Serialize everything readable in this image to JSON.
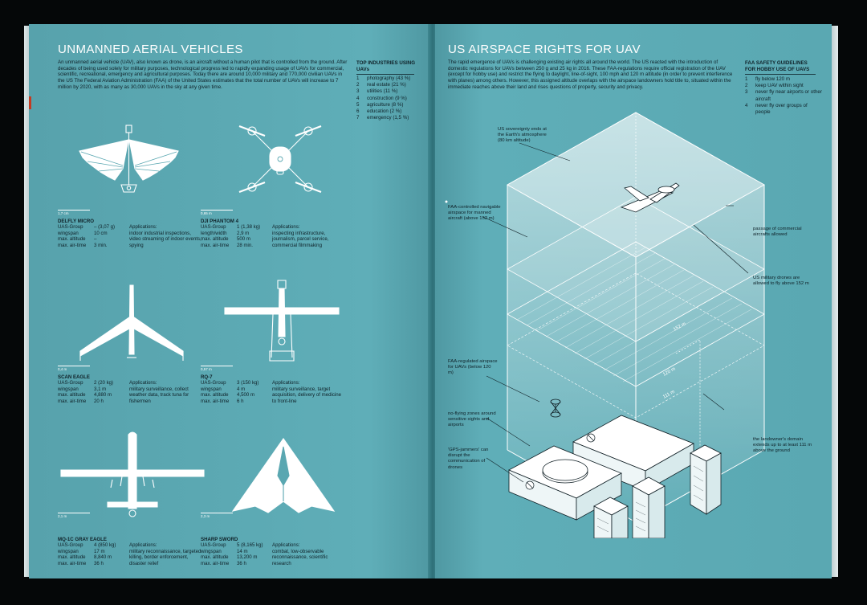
{
  "left_page": {
    "title": "UNMANNED AERIAL VEHICLES",
    "intro": "An unmanned aerial vehicle (UAV), also known as drone, is an aircraft without a human pilot that is controlled from the ground. After decades of being used solely for military purposes, technological progress led to rapidly expanding usage of UAVs for commercial, scientific, recreational, emergency and agricultural purposes. Today there are around 10,000 military and 770,000 civilian UAVs in the US The Federal Aviation Administration (FAA) of the United States estimates that the total number of UAVs will increase to 7 million by 2020, with as many as 30,000 UAVs in the sky at any given time.",
    "industries_title": "TOP INDUSTRIES USING UAVs",
    "industries": [
      {
        "n": "1",
        "label": "photography (43 %)"
      },
      {
        "n": "2",
        "label": "real estate (21 %)"
      },
      {
        "n": "3",
        "label": "utilities (11 %)"
      },
      {
        "n": "4",
        "label": "construction (9 %)"
      },
      {
        "n": "5",
        "label": "agriculture (8 %)"
      },
      {
        "n": "6",
        "label": "education (2 %)"
      },
      {
        "n": "7",
        "label": "emergency (1,5 %)"
      }
    ],
    "drones": [
      {
        "scale": "1,7 cm",
        "name": "DELFLY MICRO",
        "labels": [
          "UAS-Group",
          "wingspan",
          "max. altitude",
          "max. air-time"
        ],
        "values": [
          "– (3,07 g)",
          "10 cm",
          "–",
          "3 min."
        ],
        "apps_label": "Applications:",
        "apps": "indoor industrial inspections, video streaming of indoor events, spying"
      },
      {
        "scale": "0,65 m",
        "name": "DJI PHANTOM 4",
        "labels": [
          "UAS-Group",
          "length/width",
          "max. altitude",
          "max. air-time"
        ],
        "values": [
          "1 (1,38 kg)",
          "2,9 m",
          "500 m",
          "28 min."
        ],
        "apps_label": "Applications:",
        "apps": "inspecting infrastructure, journalism, parcel service, commercial filmmaking"
      },
      {
        "scale": "0,4 m",
        "name": "SCAN EAGLE",
        "labels": [
          "UAS-Group",
          "wingspan",
          "max. altitude",
          "max. air-time"
        ],
        "values": [
          "2 (20 kg)",
          "3,1 m",
          "4,880 m",
          "20 h"
        ],
        "apps_label": "Applications:",
        "apps": "military surveillance, collect weather data, track tuna for fishermen"
      },
      {
        "scale": "0,57 m",
        "name": "RQ-7",
        "labels": [
          "UAS-Group",
          "wingspan",
          "max. altitude",
          "max. air-time"
        ],
        "values": [
          "3 (150 kg)",
          "4 m",
          "4,500 m",
          "6 h"
        ],
        "apps_label": "Applications:",
        "apps": "military surveillance, target acquisition, delivery of medicine to front-line"
      },
      {
        "scale": "2,1 m",
        "name": "MQ-1C GRAY EAGLE",
        "labels": [
          "UAS-Group",
          "wingspan",
          "max. altitude",
          "max. air-time"
        ],
        "values": [
          "4 (850 kg)",
          "17 m",
          "8,840 m",
          "36 h"
        ],
        "apps_label": "Applications:",
        "apps": "military reconnaissance, targeted killing, border enforcement, disaster relief"
      },
      {
        "scale": "2,3 m",
        "name": "SHARP SWORD",
        "labels": [
          "UAS-Group",
          "wingspan",
          "max. altitude",
          "max. air-time"
        ],
        "values": [
          "5 (8,165 kg)",
          "14 m",
          "13,200 m",
          "36 h"
        ],
        "apps_label": "Applications:",
        "apps": "combat, low-observable reconnaissance, scientific research"
      }
    ]
  },
  "right_page": {
    "title": "US AIRSPACE RIGHTS FOR UAV",
    "intro": "The rapid emergence of UAVs is challenging existing air rights all around the world. The US reacted with the introduction of domestic regulations for UAVs between 250 g and 25 kg in 2016. These FAA-regulations require official registration of the UAV (except for hobby use) and restrict the flying to daylight, line-of-sight, 100 mph and 120 m altitude (in order to prevent interference with planes) among others. However, this assigned altitude overlaps with the airspace landowners hold title to, situated within the immediate reaches above their land and rises questions of property, security and privacy.",
    "guidelines_title": "FAA SAFETY GUIDELINES FOR HOBBY USE OF UAVS",
    "guidelines": [
      {
        "n": "1",
        "label": "fly below 120 m"
      },
      {
        "n": "2",
        "label": "keep UAV within sight"
      },
      {
        "n": "3",
        "label": "never fly near airports or other aircraft"
      },
      {
        "n": "4",
        "label": "never fly over groups of people"
      }
    ],
    "annotations": {
      "sovereignty": "US sovereignty ends at the Earth's atmosphere (80 km altitude)",
      "faa_controlled": "FAA-controlled navigable airspace for manned aircraft (above 152 m)",
      "commercial": "passage of commercial aircrafts allowed",
      "military": "US military drones are allowed to fly above 152 m",
      "faa_regulated": "FAA-regulated airspace for UAVs (below 120 m)",
      "no_fly": "no-flying zones around sensitive sights and airports",
      "gps": "'GPS-jammers' can disrupt the communication of drones",
      "landowner": "the landowner's domain extends up to at least 111 m above the ground"
    },
    "heights": {
      "h152": "152 m",
      "h120": "120 m",
      "h111": "111 m"
    }
  }
}
